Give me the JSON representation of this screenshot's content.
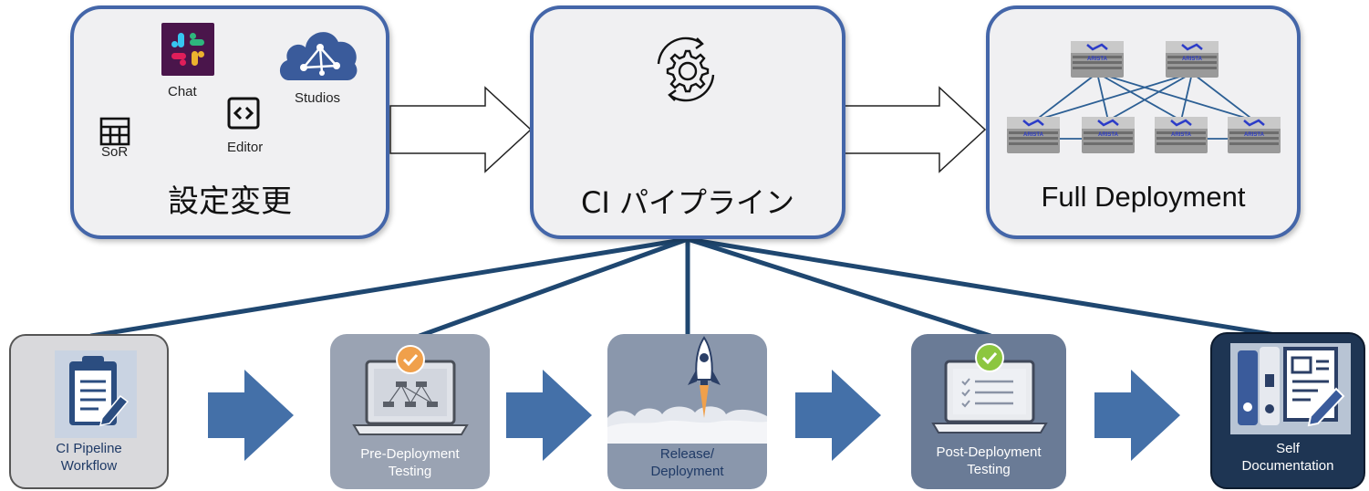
{
  "top": {
    "config": {
      "title": "設定変更",
      "icons": [
        {
          "name": "slack-icon",
          "label": "Chat"
        },
        {
          "name": "cloud-network-icon",
          "label": "Studios"
        },
        {
          "name": "table-icon",
          "label": "SoR"
        },
        {
          "name": "code-brackets-icon",
          "label": "Editor"
        }
      ]
    },
    "pipeline": {
      "title": "CI パイプライン",
      "icon": "gear-cycle-icon"
    },
    "deploy": {
      "title": "Full Deployment",
      "switch_brand": "ARISTA",
      "icon": "switch-icon"
    }
  },
  "stages": [
    {
      "line1": "CI Pipeline",
      "line2": "Workflow",
      "icon": "clipboard-icon",
      "bg": "#d9d9dc"
    },
    {
      "line1": "Pre-Deployment",
      "line2": "Testing",
      "icon": "laptop-network-icon",
      "bg": "#9aa3b3"
    },
    {
      "line1": "Release/",
      "line2": "Deployment",
      "icon": "rocket-icon",
      "bg": "#8a97ac"
    },
    {
      "line1": "Post-Deployment",
      "line2": "Testing",
      "icon": "laptop-checklist-icon",
      "bg": "#6a7b96"
    },
    {
      "line1": "Self",
      "line2": "Documentation",
      "icon": "documents-icon",
      "bg": "#1e3553"
    }
  ],
  "colors": {
    "box_border": "#4466a9",
    "arrow_blue": "#4470a8",
    "connector": "#1f4770"
  }
}
